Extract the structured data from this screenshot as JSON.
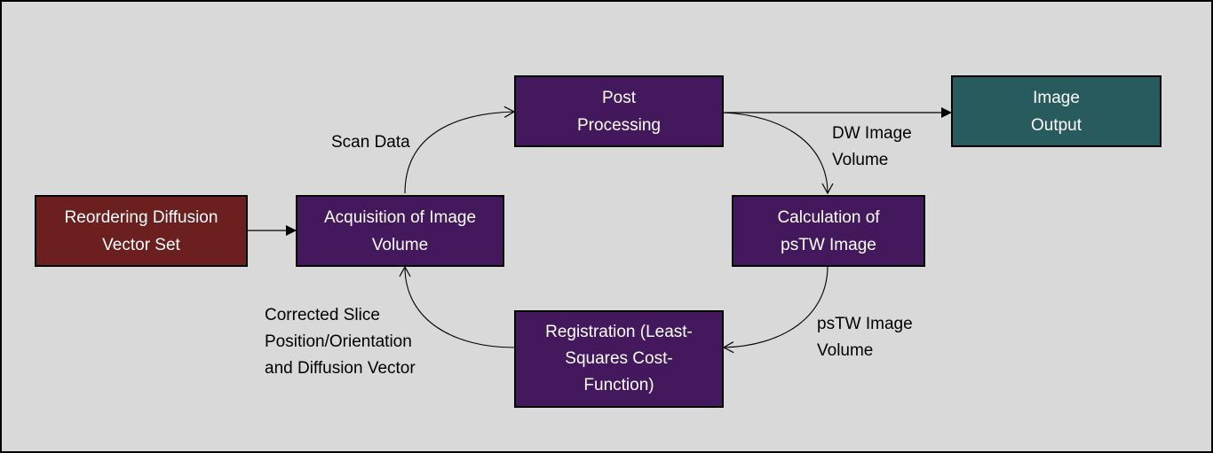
{
  "colors": {
    "background": "#d9d9d9",
    "reorder_box": "#6b1f1f",
    "process_box": "#44185c",
    "output_box": "#275b5e",
    "text_on_box": "#ffffff",
    "line": "#000000"
  },
  "nodes": {
    "reorder": {
      "line1": "Reordering Diffusion",
      "line2": "Vector Set"
    },
    "acquisition": {
      "line1": "Acquisition of Image",
      "line2": "Volume"
    },
    "post": {
      "line1": "Post",
      "line2": "Processing"
    },
    "output": {
      "line1": "Image",
      "line2": "Output"
    },
    "calculation": {
      "line1": "Calculation of",
      "line2": "psTW Image"
    },
    "registration": {
      "line1": "Registration (Least-",
      "line2": "Squares Cost-",
      "line3": "Function)"
    }
  },
  "edge_labels": {
    "scan_data": "Scan Data",
    "dw_image_volume": {
      "line1": "DW Image",
      "line2": "Volume"
    },
    "pstw_image_volume": {
      "line1": "psTW Image",
      "line2": "Volume"
    },
    "corrected": {
      "line1": "Corrected Slice",
      "line2": "Position/Orientation",
      "line3": "and Diffusion Vector"
    }
  }
}
